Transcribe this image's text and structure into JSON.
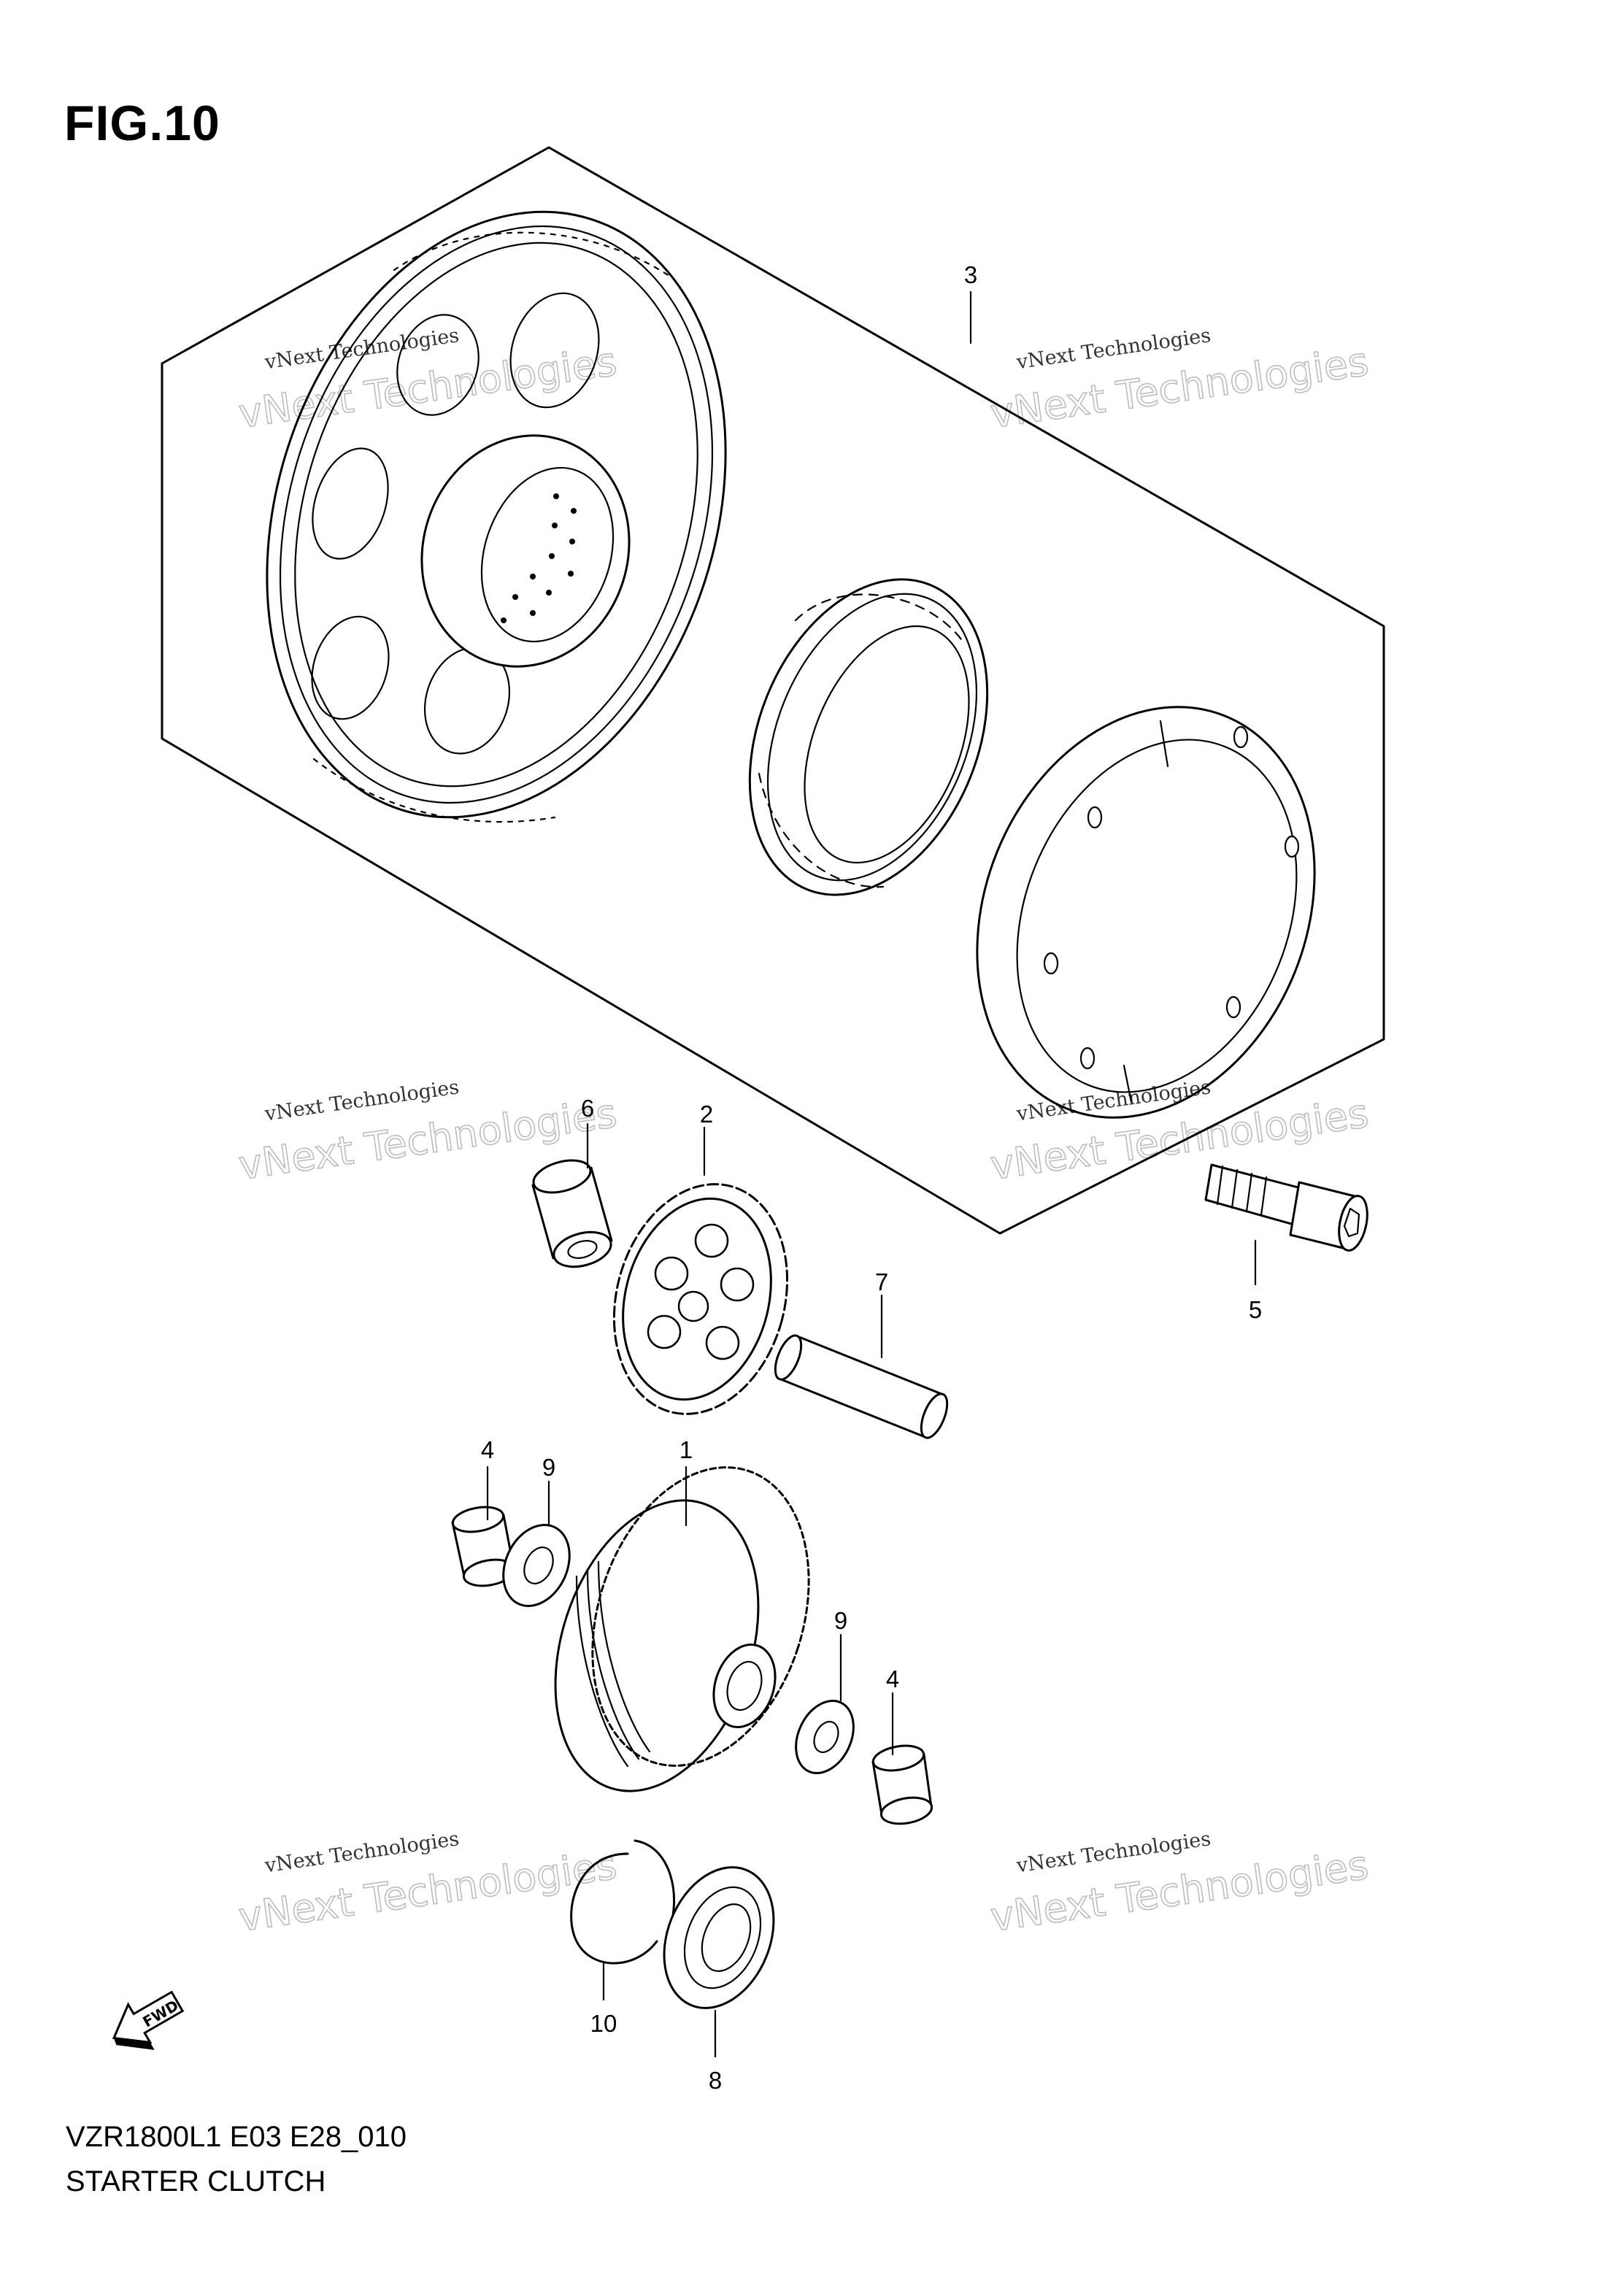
{
  "figure": {
    "title": "FIG.10",
    "model_code": "VZR1800L1 E03 E28_010",
    "name": "STARTER CLUTCH"
  },
  "watermarks": [
    {
      "small": "vNext Technologies",
      "big": "vNext Technologies"
    },
    {
      "small": "vNext Technologies",
      "big": "vNext Technologies"
    },
    {
      "small": "vNext Technologies",
      "big": "vNext Technologies"
    },
    {
      "small": "vNext Technologies",
      "big": "vNext Technologies"
    },
    {
      "small": "vNext Technologies",
      "big": "vNext Technologies"
    },
    {
      "small": "vNext Technologies",
      "big": "vNext Technologies"
    }
  ],
  "callouts": [
    "1",
    "2",
    "3",
    "4",
    "4",
    "5",
    "6",
    "7",
    "8",
    "9",
    "9",
    "10"
  ],
  "fwd_label": "FWD"
}
